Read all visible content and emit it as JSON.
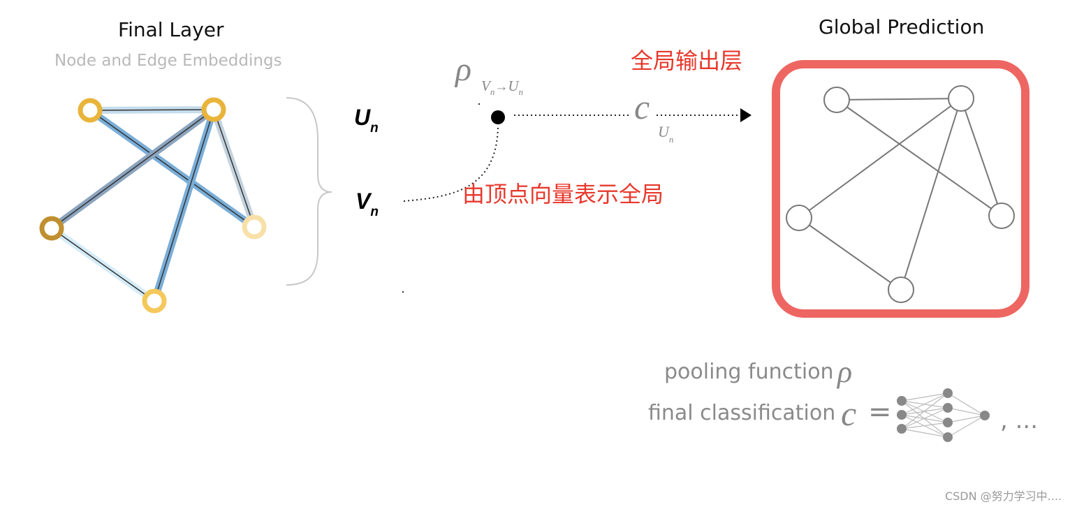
{
  "left_panel": {
    "title": "Final Layer",
    "subtitle": "Node and Edge Embeddings"
  },
  "right_panel": {
    "title": "Global Prediction"
  },
  "annotations": {
    "global_output_layer": "全局输出层",
    "vertex_to_global": "由顶点向量表示全局"
  },
  "variables": {
    "u": "U",
    "u_sub": "n",
    "v": "V",
    "v_sub": "n"
  },
  "formula": {
    "rho": "ρ",
    "rho_sub_v": "V",
    "rho_sub_v_sub": "n",
    "rho_arrow": "→",
    "rho_sub_u": "U",
    "rho_sub_u_sub": "n",
    "c": "c",
    "c_sub_u": "U",
    "c_sub_u_sub": "n"
  },
  "legend": {
    "pooling_label": "pooling function",
    "pooling_symbol": "ρ",
    "classification_label": "final classification",
    "classification_symbol": "c",
    "equals": "=",
    "trailing": ", ..."
  },
  "watermark": "CSDN @努力学习中....",
  "colors": {
    "accent_red": "#e8382c",
    "box_red": "#ee6662",
    "edge_blue": "#6fa8d6",
    "node_gold": "#f0c048"
  }
}
